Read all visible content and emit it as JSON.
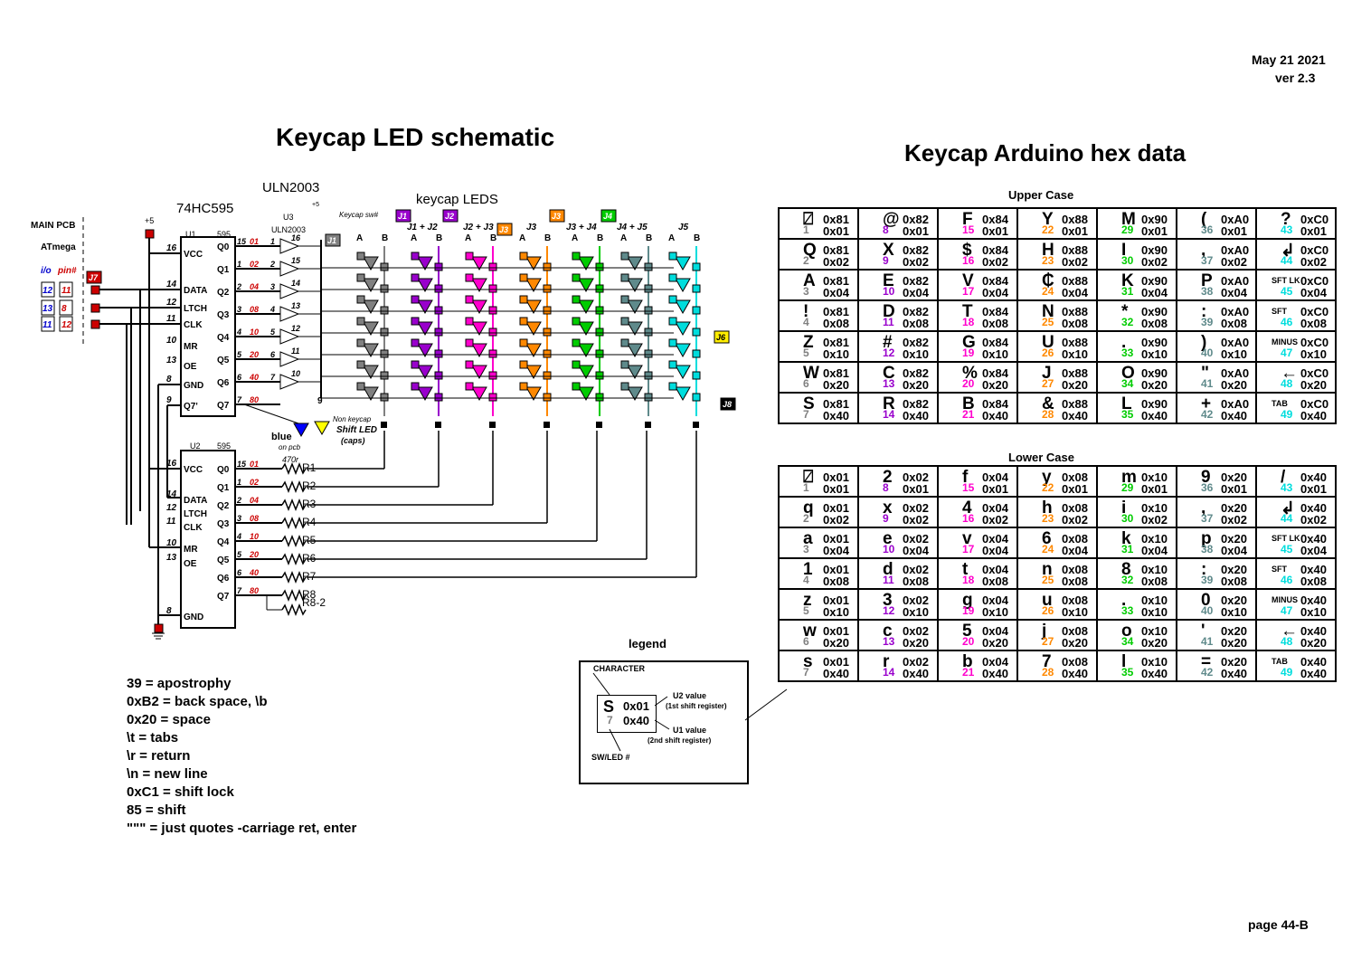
{
  "header": {
    "date": "May 21 2021",
    "version": "ver 2.3"
  },
  "titles": {
    "schematic": "Keycap LED schematic",
    "hexdata": "Keycap Arduino hex data"
  },
  "footer": {
    "page": "page 44-B"
  },
  "schematic": {
    "labels": {
      "uln_top": "ULN2003",
      "chip74": "74HC595",
      "leds": "keycap LEDS",
      "main_pcb": "MAIN PCB",
      "atmega": "ATmega",
      "io": "i/o",
      "pin": "pin#",
      "u1": "U1",
      "u1_595": "595",
      "u2": "U2",
      "u2_595": "595",
      "u3": "U3",
      "u3_part": "ULN2003",
      "plus5": "+5",
      "keycap_sw": "Keycap sw#",
      "shift_led": "Shift LED",
      "caps": "(caps)",
      "non_keycap": "Non keycap",
      "blue": "blue",
      "on_pcb": "on pcb",
      "res_470": "470r",
      "r_labels": [
        "R1",
        "R2",
        "R3",
        "R4",
        "R5",
        "R6",
        "R7",
        "R8",
        "R8-2"
      ],
      "jumpers": [
        "J1",
        "J2",
        "J3",
        "J4",
        "J5",
        "J6",
        "J7",
        "J8"
      ],
      "col_ab": [
        "A",
        "B"
      ],
      "j_groups": [
        "J1 + J2",
        "J2 + J3",
        "J3",
        "J3 + J4",
        "J4 + J5",
        "J5"
      ],
      "u1_pins_left": [
        [
          "16",
          "VCC"
        ],
        [
          "14",
          "DATA"
        ],
        [
          "12",
          "LTCH"
        ],
        [
          "11",
          "CLK"
        ],
        [
          "10",
          "MR"
        ],
        [
          "13",
          "OE"
        ],
        [
          "8",
          "GND"
        ],
        [
          "9",
          "Q7'"
        ]
      ],
      "u1_pins_right": [
        [
          "Q0",
          "15",
          "01"
        ],
        [
          "Q1",
          "1",
          "02"
        ],
        [
          "Q2",
          "2",
          "04"
        ],
        [
          "Q3",
          "3",
          "08"
        ],
        [
          "Q4",
          "4",
          "10"
        ],
        [
          "Q5",
          "5",
          "20"
        ],
        [
          "Q6",
          "6",
          "40"
        ],
        [
          "Q7",
          "7",
          "80"
        ]
      ],
      "uln_pins": [
        [
          "1",
          "16"
        ],
        [
          "2",
          "15"
        ],
        [
          "3",
          "14"
        ],
        [
          "4",
          "13"
        ],
        [
          "5",
          "12"
        ],
        [
          "6",
          "11"
        ],
        [
          "7",
          "10"
        ],
        [
          "9",
          ""
        ]
      ],
      "io_pins": [
        [
          "12",
          "11"
        ],
        [
          "13",
          "8"
        ],
        [
          "11",
          "12"
        ]
      ]
    }
  },
  "notes": [
    "39 = apostrophy",
    "0xB2 = back space, \\b",
    "0x20 = space",
    "\\t = tabs",
    "\\r = return",
    "\\n = new line",
    "0xC1 = shift lock",
    "85 = shift",
    "\"\"\" = just quotes -carriage ret, enter"
  ],
  "legend": {
    "title": "legend",
    "character": "CHARACTER",
    "sample_char": "S",
    "sample_u2": "0x01",
    "sample_num": "7",
    "sample_u1": "0x40",
    "u2_label": "U2 value",
    "u2_sub": "(1st shift register)",
    "u1_label": "U1 value",
    "u1_sub": "(2nd shift register)",
    "sw_led": "SW/LED #"
  },
  "upper": {
    "label": "Upper Case",
    "rows": [
      [
        [
          "⍁",
          "0x81",
          "1",
          "0x01"
        ],
        [
          "@",
          "0x82",
          "8",
          "0x01"
        ],
        [
          "F",
          "0x84",
          "15",
          "0x01"
        ],
        [
          "Y",
          "0x88",
          "22",
          "0x01"
        ],
        [
          "M",
          "0x90",
          "29",
          "0x01"
        ],
        [
          "(",
          "0xA0",
          "36",
          "0x01"
        ],
        [
          "?",
          "0xC0",
          "43",
          "0x01"
        ]
      ],
      [
        [
          "Q",
          "0x81",
          "2",
          "0x02"
        ],
        [
          "X",
          "0x82",
          "9",
          "0x02"
        ],
        [
          "$",
          "0x84",
          "16",
          "0x02"
        ],
        [
          "H",
          "0x88",
          "23",
          "0x02"
        ],
        [
          "I",
          "0x90",
          "30",
          "0x02"
        ],
        [
          ",",
          "0xA0",
          "37",
          "0x02"
        ],
        [
          "↲",
          "0xC0",
          "44",
          "0x02"
        ]
      ],
      [
        [
          "A",
          "0x81",
          "3",
          "0x04"
        ],
        [
          "E",
          "0x82",
          "10",
          "0x04"
        ],
        [
          "V",
          "0x84",
          "17",
          "0x04"
        ],
        [
          "₵",
          "0x88",
          "24",
          "0x04"
        ],
        [
          "K",
          "0x90",
          "31",
          "0x04"
        ],
        [
          "P",
          "0xA0",
          "38",
          "0x04"
        ],
        [
          "SFT LK",
          "0xC0",
          "45",
          "0x04"
        ]
      ],
      [
        [
          "!",
          "0x81",
          "4",
          "0x08"
        ],
        [
          "D",
          "0x82",
          "11",
          "0x08"
        ],
        [
          "T",
          "0x84",
          "18",
          "0x08"
        ],
        [
          "N",
          "0x88",
          "25",
          "0x08"
        ],
        [
          "*",
          "0x90",
          "32",
          "0x08"
        ],
        [
          ":",
          "0xA0",
          "39",
          "0x08"
        ],
        [
          "SFT",
          "0xC0",
          "46",
          "0x08"
        ]
      ],
      [
        [
          "Z",
          "0x81",
          "5",
          "0x10"
        ],
        [
          "#",
          "0x82",
          "12",
          "0x10"
        ],
        [
          "G",
          "0x84",
          "19",
          "0x10"
        ],
        [
          "U",
          "0x88",
          "26",
          "0x10"
        ],
        [
          ".",
          "0x90",
          "33",
          "0x10"
        ],
        [
          ")",
          "0xA0",
          "40",
          "0x10"
        ],
        [
          "MINUS",
          "0xC0",
          "47",
          "0x10"
        ]
      ],
      [
        [
          "W",
          "0x81",
          "6",
          "0x20"
        ],
        [
          "C",
          "0x82",
          "13",
          "0x20"
        ],
        [
          "%",
          "0x84",
          "20",
          "0x20"
        ],
        [
          "J",
          "0x88",
          "27",
          "0x20"
        ],
        [
          "O",
          "0x90",
          "34",
          "0x20"
        ],
        [
          "\"",
          "0xA0",
          "41",
          "0x20"
        ],
        [
          "←",
          "0xC0",
          "48",
          "0x20"
        ]
      ],
      [
        [
          "S",
          "0x81",
          "7",
          "0x40"
        ],
        [
          "R",
          "0x82",
          "14",
          "0x40"
        ],
        [
          "B",
          "0x84",
          "21",
          "0x40"
        ],
        [
          "&",
          "0x88",
          "28",
          "0x40"
        ],
        [
          "L",
          "0x90",
          "35",
          "0x40"
        ],
        [
          "+",
          "0xA0",
          "42",
          "0x40"
        ],
        [
          "TAB",
          "0xC0",
          "49",
          "0x40"
        ]
      ]
    ]
  },
  "lower": {
    "label": "Lower Case",
    "rows": [
      [
        [
          "⍁",
          "0x01",
          "1",
          "0x01"
        ],
        [
          "2",
          "0x02",
          "8",
          "0x01"
        ],
        [
          "f",
          "0x04",
          "15",
          "0x01"
        ],
        [
          "y",
          "0x08",
          "22",
          "0x01"
        ],
        [
          "m",
          "0x10",
          "29",
          "0x01"
        ],
        [
          "9",
          "0x20",
          "36",
          "0x01"
        ],
        [
          "/",
          "0x40",
          "43",
          "0x01"
        ]
      ],
      [
        [
          "q",
          "0x01",
          "2",
          "0x02"
        ],
        [
          "x",
          "0x02",
          "9",
          "0x02"
        ],
        [
          "4",
          "0x04",
          "16",
          "0x02"
        ],
        [
          "h",
          "0x08",
          "23",
          "0x02"
        ],
        [
          "i",
          "0x10",
          "30",
          "0x02"
        ],
        [
          ",",
          "0x20",
          "37",
          "0x02"
        ],
        [
          "↲",
          "0x40",
          "44",
          "0x02"
        ]
      ],
      [
        [
          "a",
          "0x01",
          "3",
          "0x04"
        ],
        [
          "e",
          "0x02",
          "10",
          "0x04"
        ],
        [
          "v",
          "0x04",
          "17",
          "0x04"
        ],
        [
          "6",
          "0x08",
          "24",
          "0x04"
        ],
        [
          "k",
          "0x10",
          "31",
          "0x04"
        ],
        [
          "p",
          "0x20",
          "38",
          "0x04"
        ],
        [
          "SFT LK",
          "0x40",
          "45",
          "0x04"
        ]
      ],
      [
        [
          "1",
          "0x01",
          "4",
          "0x08"
        ],
        [
          "d",
          "0x02",
          "11",
          "0x08"
        ],
        [
          "t",
          "0x04",
          "18",
          "0x08"
        ],
        [
          "n",
          "0x08",
          "25",
          "0x08"
        ],
        [
          "8",
          "0x10",
          "32",
          "0x08"
        ],
        [
          ":",
          "0x20",
          "39",
          "0x08"
        ],
        [
          "SFT",
          "0x40",
          "46",
          "0x08"
        ]
      ],
      [
        [
          "z",
          "0x01",
          "5",
          "0x10"
        ],
        [
          "3",
          "0x02",
          "12",
          "0x10"
        ],
        [
          "g",
          "0x04",
          "19",
          "0x10"
        ],
        [
          "u",
          "0x08",
          "26",
          "0x10"
        ],
        [
          ".",
          "0x10",
          "33",
          "0x10"
        ],
        [
          "0",
          "0x20",
          "40",
          "0x10"
        ],
        [
          "MINUS",
          "0x40",
          "47",
          "0x10"
        ]
      ],
      [
        [
          "w",
          "0x01",
          "6",
          "0x20"
        ],
        [
          "c",
          "0x02",
          "13",
          "0x20"
        ],
        [
          "5",
          "0x04",
          "20",
          "0x20"
        ],
        [
          "j",
          "0x08",
          "27",
          "0x20"
        ],
        [
          "o",
          "0x10",
          "34",
          "0x20"
        ],
        [
          "'",
          "0x20",
          "41",
          "0x20"
        ],
        [
          "←",
          "0x40",
          "48",
          "0x20"
        ]
      ],
      [
        [
          "s",
          "0x01",
          "7",
          "0x40"
        ],
        [
          "r",
          "0x02",
          "14",
          "0x40"
        ],
        [
          "b",
          "0x04",
          "21",
          "0x40"
        ],
        [
          "7",
          "0x08",
          "28",
          "0x40"
        ],
        [
          "l",
          "0x10",
          "35",
          "0x40"
        ],
        [
          "=",
          "0x20",
          "42",
          "0x40"
        ],
        [
          "TAB",
          "0x40",
          "49",
          "0x40"
        ]
      ]
    ]
  },
  "colors": {
    "col1": "#808080",
    "col2": "#9900cc",
    "col3": "#ff00cc",
    "col4": "#ff8800",
    "col5": "#00cc00",
    "col6": "#5f8a8b",
    "col7": "#00dddd",
    "red": "#cc0000",
    "blue": "#0000cc"
  }
}
